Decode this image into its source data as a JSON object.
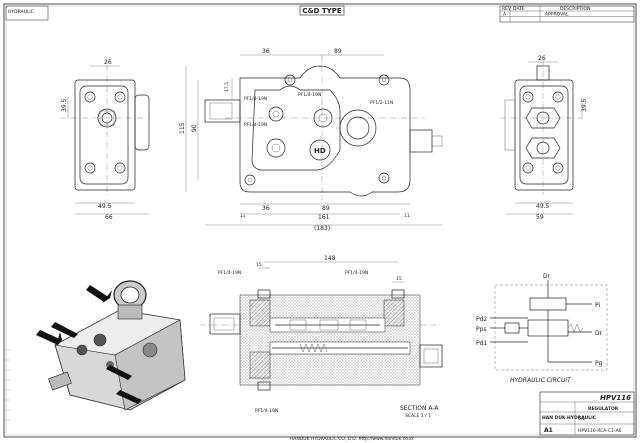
{
  "sheet": {
    "title_banner": "C&D TYPE",
    "revision_header": {
      "cols": [
        "REV",
        "DATE",
        "DESCRIPTION"
      ],
      "rows": [
        [
          "A",
          "",
          "APPROVAL"
        ]
      ]
    },
    "top_left_stamp": "HYDRAULIC"
  },
  "views": {
    "left_view": {
      "dims": {
        "top": "26",
        "side": "39.5",
        "bottom_inner": "49.5",
        "bottom_outer": "66"
      }
    },
    "front_view": {
      "dims": {
        "top_left": "36",
        "top_mid": "89",
        "left_small": "17.5",
        "left_mid": "90",
        "left_outer": "115",
        "bot_small_l": "11",
        "bot_l": "36",
        "bot_mid": "89",
        "bot_small_r": "11",
        "overall": "161",
        "overall_ref": "(183)"
      },
      "ports": {
        "p1": "PF1/4-19N",
        "p2": "PF1/4-19N",
        "p3": "PF1/4-19N",
        "p4": "PF1/2-11N"
      }
    },
    "right_view": {
      "dims": {
        "top": "26",
        "side": "39.5",
        "bottom_inner": "49.5",
        "bottom_outer": "59"
      }
    },
    "section_view": {
      "dims": {
        "top_l": "15",
        "top_mid": "148",
        "top_r": "15"
      },
      "ports": {
        "top_l": "PF1/4-19N",
        "top_r": "PF1/4-19N",
        "bot": "PF1/4-19N"
      },
      "caption": "SECTION A-A",
      "scale": "SCALE 1 / 1"
    },
    "circuit": {
      "labels": {
        "dr_top": "Dr",
        "pi": "Pi",
        "pd2": "Pd2",
        "pps": "Pps",
        "dr_right": "Dr",
        "pd1": "Pd1",
        "pg": "Pg"
      },
      "caption": "HYDRAULIC CIRCUIT"
    }
  },
  "title_block": {
    "part_no": "HPV116",
    "description": "REGULATOR",
    "company": "HAN DUK HYDRAULIC",
    "drawing_no": "HPV116-RCA-C1-A6",
    "size": "A1",
    "sheet": "1/1"
  },
  "footer": {
    "copyright": "HANDUK HYDRAULIC CO.,LTD.  http://www.handuk.co.kr"
  }
}
